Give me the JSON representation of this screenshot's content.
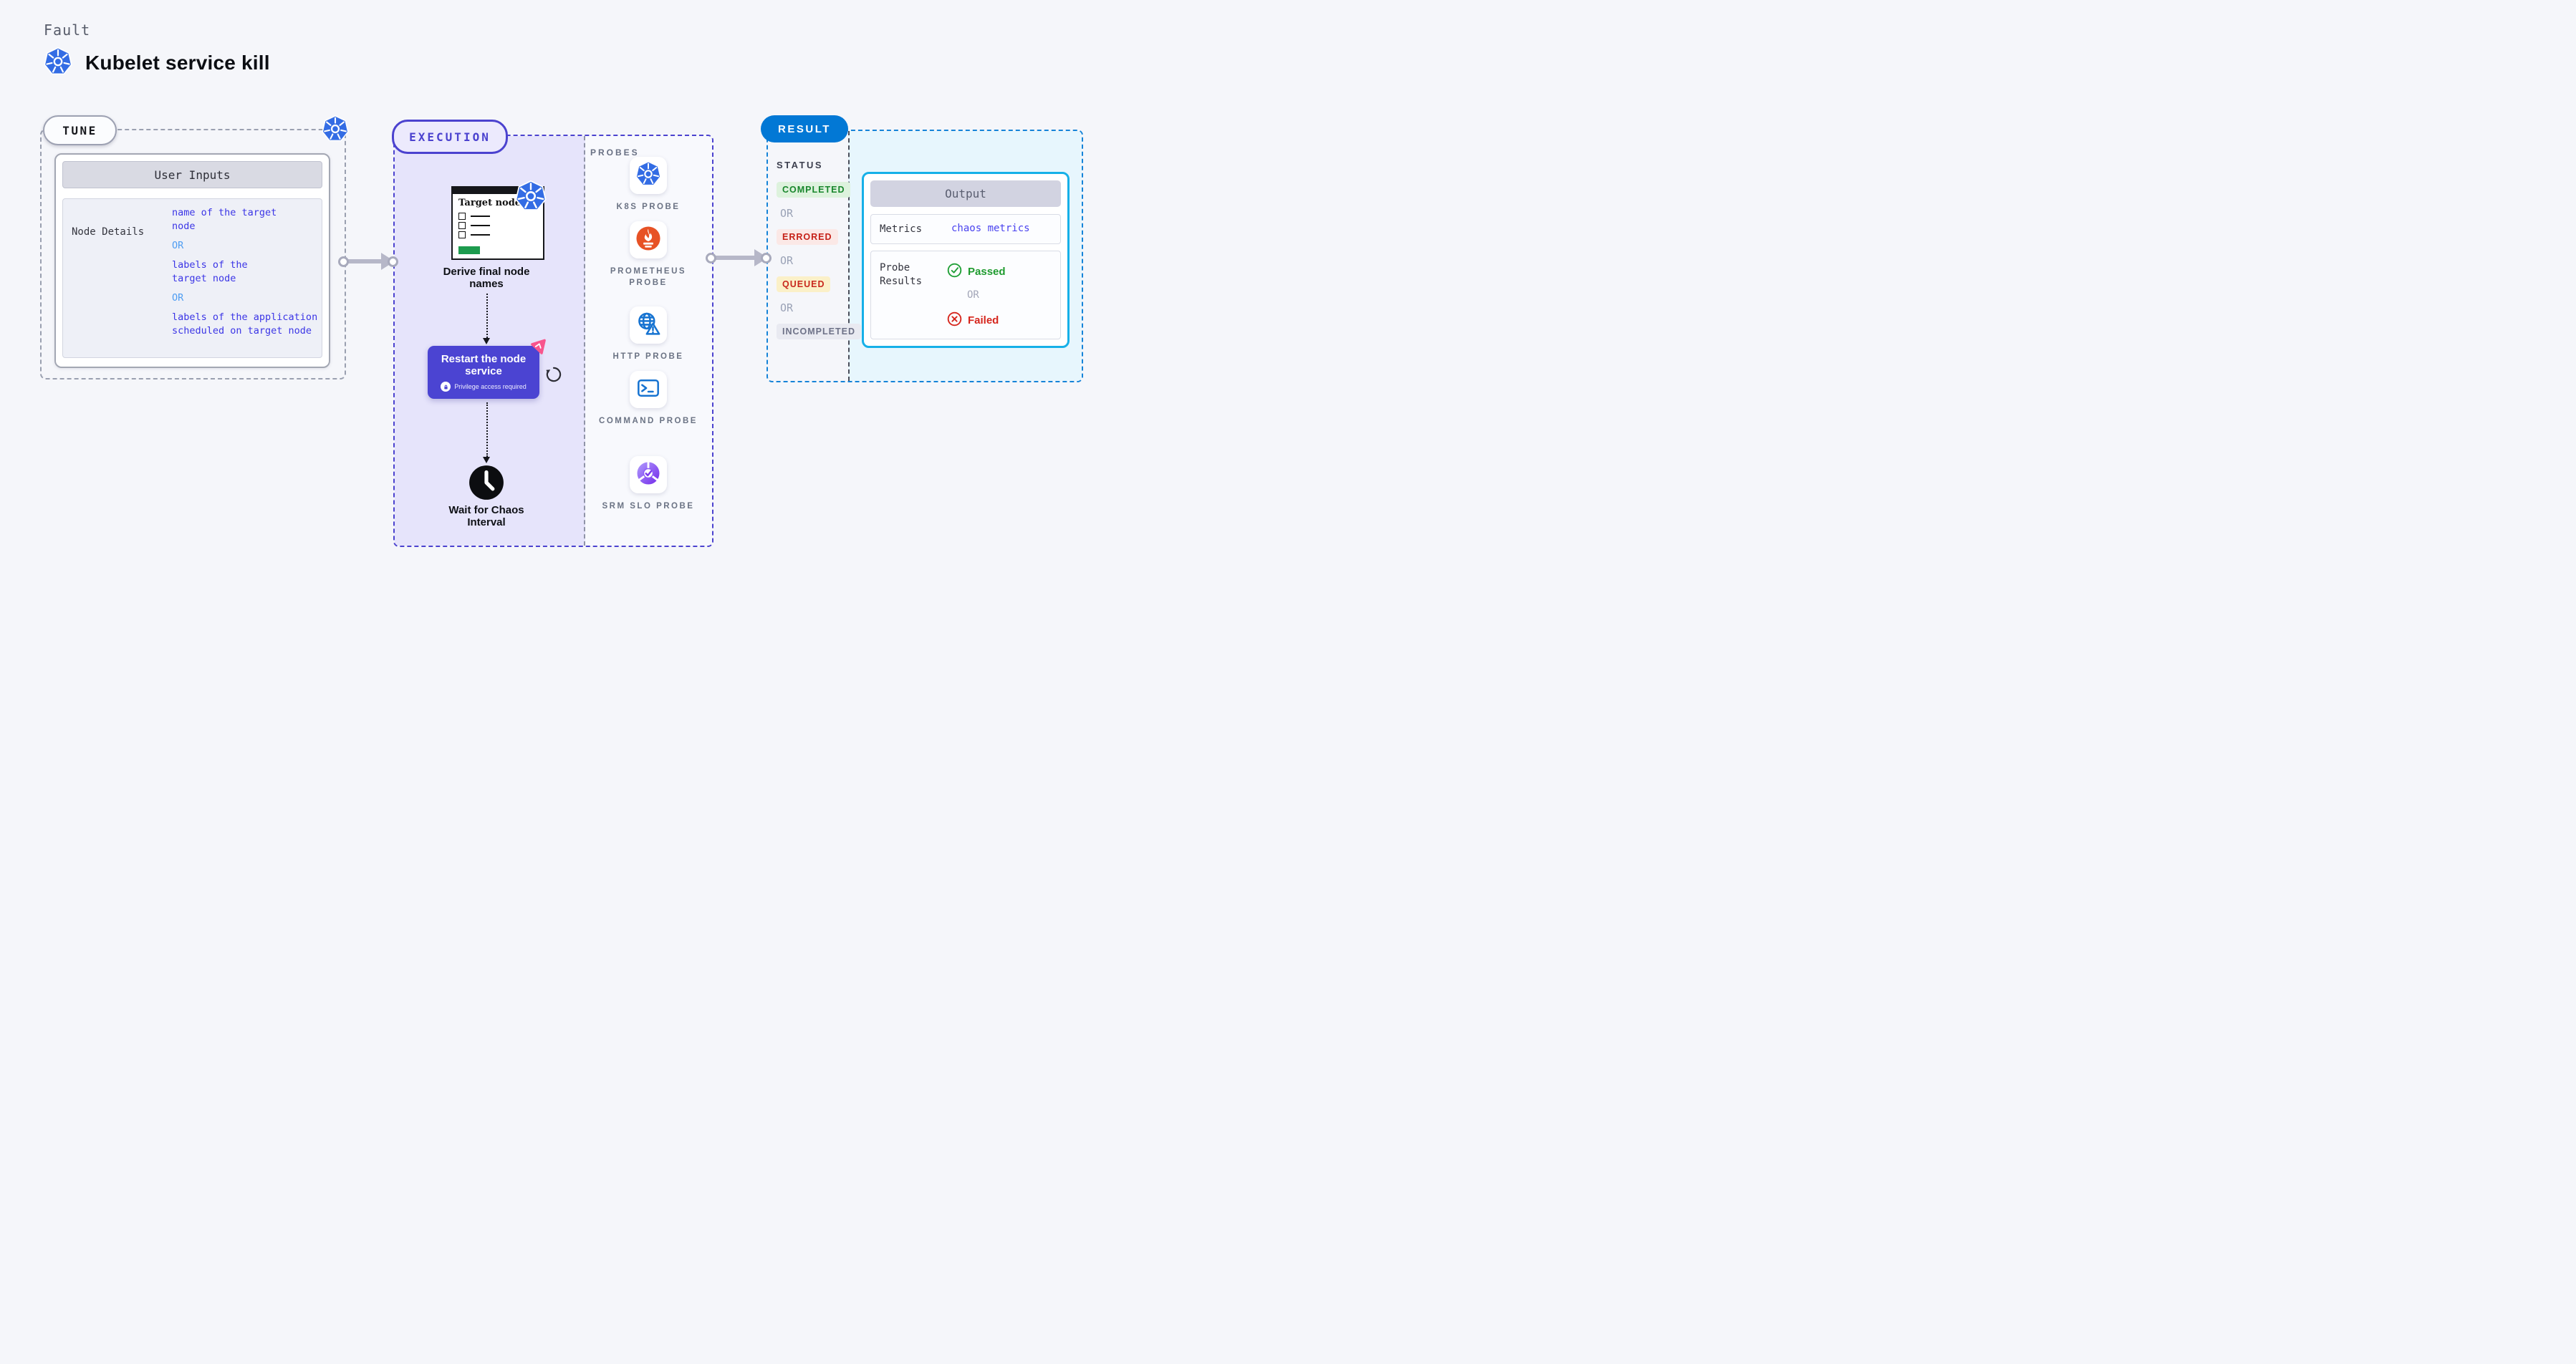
{
  "header": {
    "kicker": "Fault",
    "title": "Kubelet service kill",
    "icon": "kubernetes-icon"
  },
  "tune": {
    "badge": "TUNE",
    "corner_icon": "kubernetes-icon",
    "table_header": "User Inputs",
    "row_label": "Node Details",
    "values": {
      "v1": "name of the target\nnode",
      "or1": "OR",
      "v2": "labels of the\ntarget node",
      "or2": "OR",
      "v3": "labels of the application\n scheduled on target node"
    }
  },
  "execution": {
    "badge": "EXECUTION",
    "target_doc_title": "Target nodes",
    "target_doc_icon": "kubernetes-icon",
    "step_derive": "Derive final node names",
    "step_restart": "Restart the node service",
    "restart_icons": [
      "chaos-experiment-pink-icon",
      "lock-icon",
      "retry-loop-icon"
    ],
    "privilege_note": "Privilege access required",
    "step_wait": "Wait for Chaos Interval",
    "wait_icon": "clock-icon"
  },
  "probes": {
    "header": "PROBES",
    "items": [
      {
        "label": "K8S PROBE",
        "icon": "kubernetes-icon"
      },
      {
        "label": "PROMETHEUS PROBE",
        "icon": "prometheus-icon"
      },
      {
        "label": "HTTP PROBE",
        "icon": "globe-warning-icon"
      },
      {
        "label": "COMMAND PROBE",
        "icon": "terminal-icon"
      },
      {
        "label": "SRM SLO PROBE",
        "icon": "slo-donut-check-icon"
      }
    ]
  },
  "result": {
    "badge": "RESULT",
    "status_header": "STATUS",
    "or_label": "OR",
    "statuses": [
      {
        "label": "COMPLETED",
        "fg": "#18862c",
        "bg": "#ddf2dd"
      },
      {
        "label": "ERRORED",
        "fg": "#c62118",
        "bg": "#fbe8e6"
      },
      {
        "label": "QUEUED",
        "fg": "#c8281e",
        "bg": "#fbf0c8"
      },
      {
        "label": "INCOMPLETED",
        "fg": "#6d7187",
        "bg": "#e9eaf1"
      }
    ],
    "output": {
      "header": "Output",
      "metrics_label": "Metrics",
      "metrics_value": "chaos metrics",
      "probe_results_label": "Probe Results",
      "passed": "Passed",
      "passed_icon": "check-circle-icon",
      "failed": "Failed",
      "failed_icon": "x-circle-icon"
    }
  },
  "palette": {
    "page_bg": "#f5f6fa",
    "indigo": "#4b42cf",
    "indigo_node": "#4b44d2",
    "lavender_fill": "#e6e4fb",
    "result_blue": "#0278d5",
    "output_cyan_border": "#16b0e8",
    "output_cyan_fill": "#e7f6fd",
    "k8s_blue": "#336ce4",
    "prometheus_orange": "#e75225",
    "probe_icon_blue": "#1673d1",
    "srm_purple": "#7c3aed",
    "pink_accent": "#f8558d",
    "green_doc_bar": "#1d9b4e",
    "passed_green": "#1f9b2f",
    "failed_red": "#d6261d",
    "value_blue": "#3b35e6",
    "or_light_blue": "#4f9df2",
    "connector_gray": "#b6b7c8"
  }
}
